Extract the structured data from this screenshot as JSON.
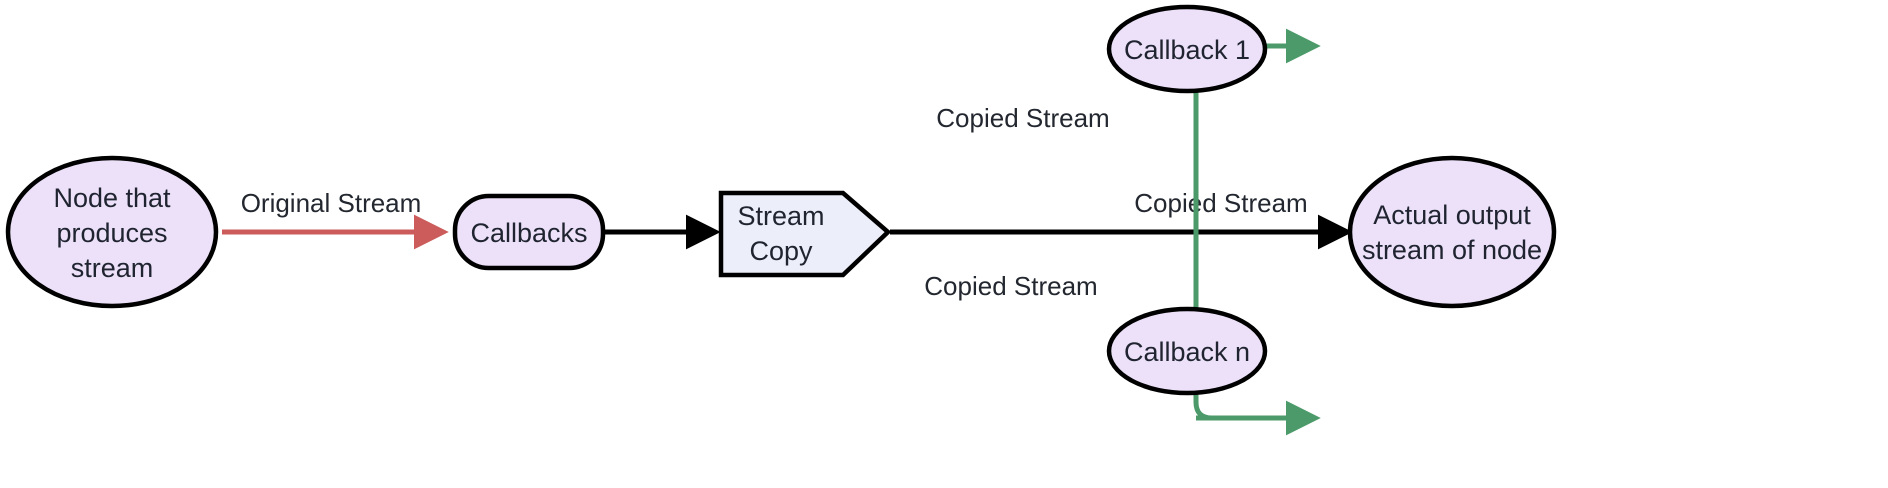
{
  "diagram": {
    "title": "Stream copy flowchart",
    "type": "flowchart",
    "direction": "left-to-right",
    "background": "#ffffff",
    "colors": {
      "node_fill_purple": "#ECE1F9",
      "node_fill_blue": "#ECEFF9",
      "node_stroke": "#000000",
      "text": "#1f2430",
      "edge_default": "#000000",
      "edge_original": "#CC5B5B",
      "edge_copied": "#4C9A6A"
    },
    "nodes": [
      {
        "id": "producer",
        "shape": "ellipse",
        "label_lines": [
          "Node that",
          "produces",
          "stream"
        ],
        "fill": "#ECE1F9"
      },
      {
        "id": "callbacks",
        "shape": "stadium",
        "label_lines": [
          "Callbacks"
        ],
        "fill": "#ECE1F9"
      },
      {
        "id": "stream-copy",
        "shape": "pentagon-arrow",
        "label_lines": [
          "Stream",
          "Copy"
        ],
        "fill": "#ECEFF9"
      },
      {
        "id": "callback-1",
        "shape": "ellipse",
        "label_lines": [
          "Callback 1"
        ],
        "fill": "#ECE1F9"
      },
      {
        "id": "callback-n",
        "shape": "ellipse",
        "label_lines": [
          "Callback n"
        ],
        "fill": "#ECE1F9"
      },
      {
        "id": "actual-output",
        "shape": "ellipse",
        "label_lines": [
          "Actual output",
          "stream of node"
        ],
        "fill": "#ECE1F9"
      }
    ],
    "edges": [
      {
        "id": "producer-to-callbacks",
        "from": "producer",
        "to": "callbacks",
        "label": "Original Stream",
        "color": "#CC5B5B",
        "arrow": true
      },
      {
        "id": "callbacks-to-streamcopy",
        "from": "callbacks",
        "to": "stream-copy",
        "label": "",
        "color": "#000000",
        "arrow": true
      },
      {
        "id": "streamcopy-to-callback1",
        "from": "stream-copy",
        "to": "callback-1",
        "label": "Copied Stream",
        "color": "#4C9A6A",
        "arrow": true
      },
      {
        "id": "streamcopy-to-callbackn",
        "from": "stream-copy",
        "to": "callback-n",
        "label": "Copied Stream",
        "color": "#4C9A6A",
        "arrow": true
      },
      {
        "id": "streamcopy-to-output",
        "from": "stream-copy",
        "to": "actual-output",
        "label": "Copied Stream",
        "color": "#000000",
        "arrow": true
      }
    ]
  }
}
